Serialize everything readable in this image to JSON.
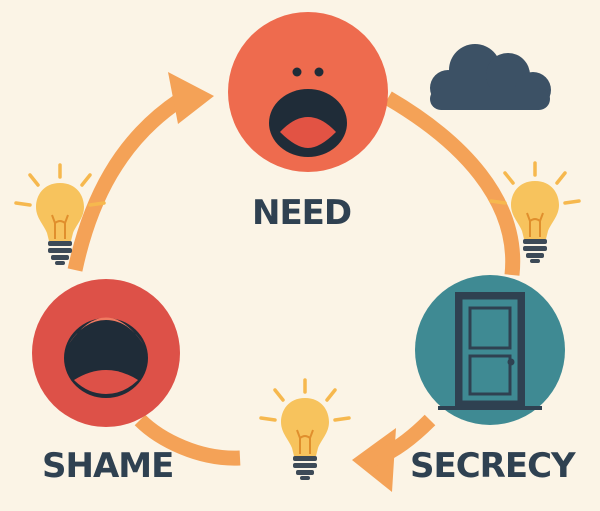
{
  "diagram": {
    "nodes": [
      {
        "id": "need",
        "label": "NEED",
        "color": "#ee6b4e",
        "icon": "shocked-face-icon"
      },
      {
        "id": "shame",
        "label": "SHAME",
        "color": "#dd5148",
        "icon": "crying-face-icon"
      },
      {
        "id": "secrecy",
        "label": "SECRECY",
        "color": "#3f8a93",
        "icon": "door-icon"
      }
    ],
    "decorations": [
      "storm-cloud-icon",
      "lightbulb-icon",
      "lightbulb-icon",
      "lightbulb-icon"
    ],
    "colors": {
      "background": "#fbf4e6",
      "arrow": "#f4a257",
      "text": "#2f4151",
      "cloud": "#3c5165",
      "bulb": "#f7c35d",
      "bulb_base": "#3d4a57"
    }
  }
}
